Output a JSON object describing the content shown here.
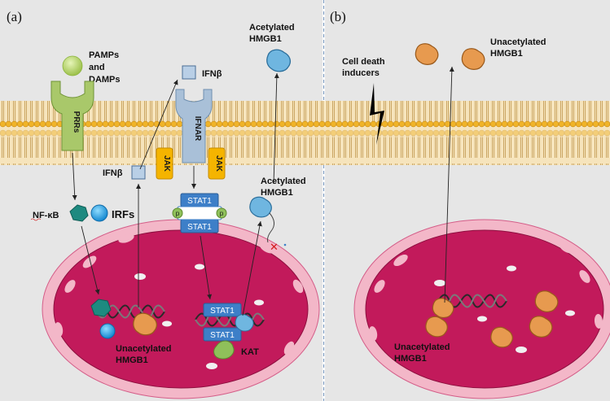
{
  "panel_a": {
    "label": "(a)",
    "ligand": "PAMPs\nand\nDAMPs",
    "receptor": "PRRs",
    "nfkb": "NF-κB",
    "irfs": "IRFs",
    "ifnb_out": "IFNβ",
    "ifnb_in": "IFNβ",
    "ifnar": "IFNAR",
    "jak_left": "JAK",
    "jak_right": "JAK",
    "stat1_top": "STAT1",
    "stat1_bottom": "STAT1",
    "phospho": "p",
    "nuc_stat1_top": "STAT1",
    "nuc_stat1_bottom": "STAT1",
    "kat": "KAT",
    "acetylated_out": "Acetylated\nHMGB1",
    "acetylated_mid": "Acetylated\nHMGB1",
    "unacetylated_nuc": "Unacetylated\nHMGB1"
  },
  "panel_b": {
    "label": "(b)",
    "cell_death": "Cell death\ninducers",
    "unacetylated_out": "Unacetylated\nHMGB1",
    "unacetylated_nuc": "Unacetylated\nHMGB1"
  },
  "colors": {
    "background": "#e6e6e6",
    "membrane_head": "#f0b429",
    "membrane_band": "#f5deb0",
    "nucleus": "#c21a5b",
    "nucleus_envelope": "#f3b7c8",
    "receptor": "#a9c86a",
    "ifnar": "#a9c0d8",
    "jak": "#f5b400",
    "stat": "#3d7fc8",
    "hmgb1_acetylated": "#6fb6e0",
    "hmgb1_unacetylated": "#e79a4f",
    "nfkb": "#1e8a80",
    "irf": "#1fa0e0",
    "kat": "#8fc05a"
  }
}
